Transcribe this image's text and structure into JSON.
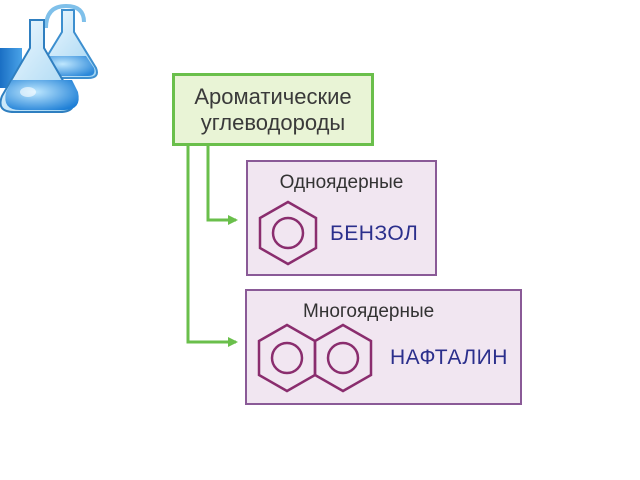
{
  "root": {
    "line1": "Ароматические",
    "line2": "углеводороды"
  },
  "categories": [
    {
      "title": "Одноядерные",
      "compound": "БЕНЗОЛ"
    },
    {
      "title": "Многоядерные",
      "compound": "НАФТАЛИН"
    }
  ],
  "colors": {
    "root_border": "#6abf4b",
    "root_fill": "#e9f4d6",
    "category_border": "#8a5a97",
    "category_fill": "#f1e6f1",
    "compound_text": "#2b2f8c",
    "arrow": "#6abf4b",
    "flask_blue": "#1a6fc4"
  },
  "icons": [
    "chemistry-flasks-icon"
  ]
}
